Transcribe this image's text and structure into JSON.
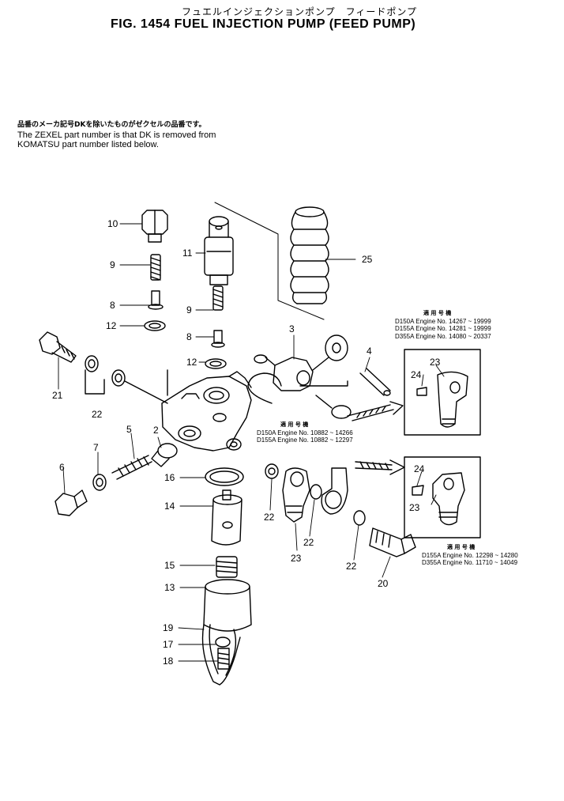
{
  "header": {
    "japanese_title": "フュエルインジェクションポンプ　フィードポンプ",
    "figure_title": "FIG. 1454  FUEL INJECTION PUMP (FEED PUMP)"
  },
  "notes": {
    "japanese": "品番のメーカ記号DKを除いたものがゼクセルの品番です。",
    "line1": "The ZEXEL part number is that DK is removed from",
    "line2": "KOMATSU part number listed below."
  },
  "callouts": {
    "c10": "10",
    "c9a": "9",
    "c8a": "8",
    "c12a": "12",
    "c11": "11",
    "c9b": "9",
    "c8b": "8",
    "c12b": "12",
    "c25": "25",
    "c3": "3",
    "c4": "4",
    "c21": "21",
    "c22a": "22",
    "c5": "5",
    "c2": "2",
    "c7": "7",
    "c6": "6",
    "c16": "16",
    "c14": "14",
    "c15": "15",
    "c13": "13",
    "c19": "19",
    "c17": "17",
    "c18": "18",
    "c22b": "22",
    "c23a": "23",
    "c22c": "22",
    "c22d": "22",
    "c20": "20",
    "c24a": "24",
    "c23b": "23",
    "c24b": "24",
    "c23c": "23"
  },
  "serial_blocks": {
    "top_right": {
      "heading": "適 用 号 機",
      "lines": [
        "D150A Engine No. 14267 ~ 19999",
        "D155A Engine No. 14281 ~ 19999",
        "D355A Engine No. 14080 ~ 20337"
      ]
    },
    "middle": {
      "heading": "適 用 号 機",
      "lines": [
        "D150A Engine No. 10882 ~ 14266",
        "D155A Engine No. 10882 ~ 12297"
      ]
    },
    "bottom_right": {
      "heading": "適 用 号 機",
      "lines": [
        "D155A Engine No. 12298 ~ 14280",
        "D355A Engine No. 11710 ~ 14049"
      ]
    }
  }
}
